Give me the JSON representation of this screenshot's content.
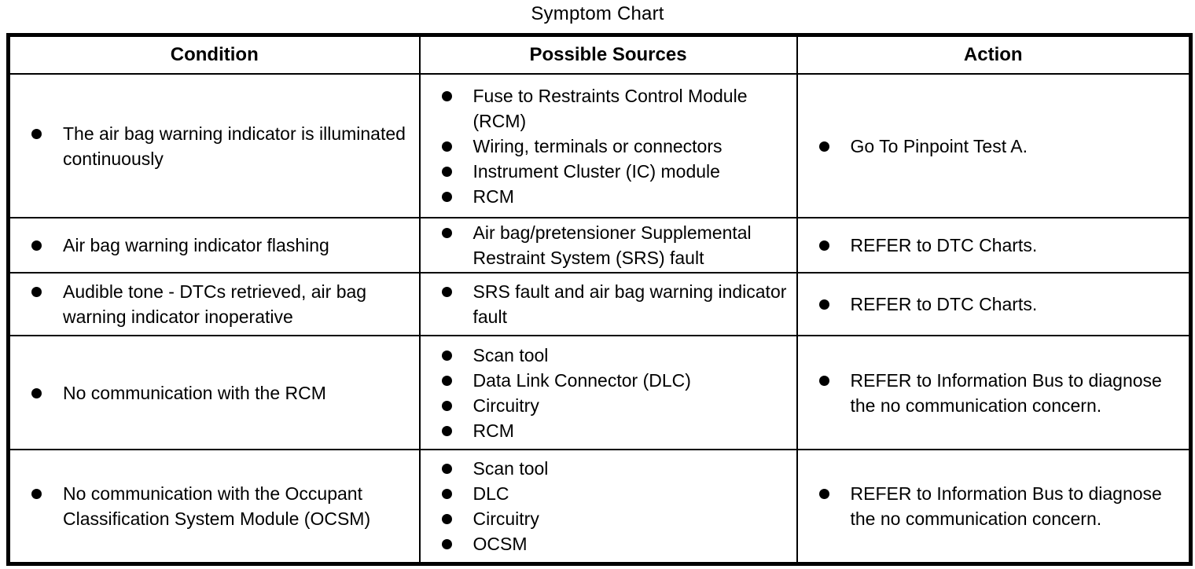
{
  "page_title": "Symptom Chart",
  "colors": {
    "text": "#000000",
    "border": "#000000",
    "background": "#ffffff"
  },
  "table": {
    "headers": {
      "condition": "Condition",
      "sources": "Possible Sources",
      "action": "Action"
    },
    "rows": [
      {
        "condition": [
          "The air bag warning indicator is illuminated continuously"
        ],
        "sources": [
          "Fuse to Restraints Control Module (RCM)",
          "Wiring, terminals or connectors",
          "Instrument Cluster (IC) module",
          "RCM"
        ],
        "action": [
          "Go To Pinpoint Test A."
        ]
      },
      {
        "condition": [
          "Air bag warning indicator flashing"
        ],
        "sources": [
          "Air bag/pretensioner Supplemental Restraint System (SRS) fault"
        ],
        "action": [
          "REFER to DTC Charts."
        ]
      },
      {
        "condition": [
          "Audible tone - DTCs retrieved, air bag warning indicator inoperative"
        ],
        "sources": [
          "SRS fault and air bag warning indicator fault"
        ],
        "action": [
          "REFER to DTC Charts."
        ]
      },
      {
        "condition": [
          "No communication with the RCM"
        ],
        "sources": [
          "Scan tool",
          "Data Link Connector (DLC)",
          "Circuitry",
          "RCM"
        ],
        "action": [
          "REFER to Information Bus to diagnose the no communication concern."
        ]
      },
      {
        "condition": [
          "No communication with the Occupant Classification System Module (OCSM)"
        ],
        "sources": [
          "Scan tool",
          "DLC",
          "Circuitry",
          "OCSM"
        ],
        "action": [
          "REFER to Information Bus to diagnose the no communication concern."
        ]
      }
    ]
  }
}
